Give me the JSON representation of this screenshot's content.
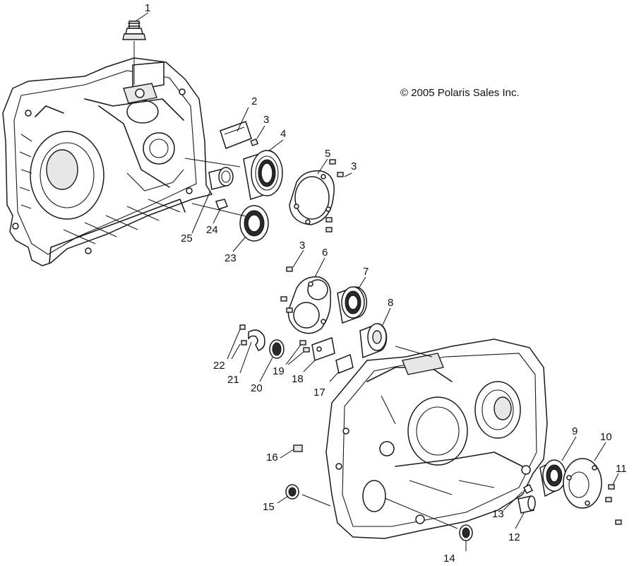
{
  "copyright": "© 2005 Polaris Sales Inc.",
  "callouts": [
    {
      "id": "c1",
      "label": "1"
    },
    {
      "id": "c2",
      "label": "2"
    },
    {
      "id": "c3a",
      "label": "3"
    },
    {
      "id": "c3b",
      "label": "3"
    },
    {
      "id": "c3c",
      "label": "3"
    },
    {
      "id": "c4",
      "label": "4"
    },
    {
      "id": "c5",
      "label": "5"
    },
    {
      "id": "c6",
      "label": "6"
    },
    {
      "id": "c7",
      "label": "7"
    },
    {
      "id": "c8",
      "label": "8"
    },
    {
      "id": "c9",
      "label": "9"
    },
    {
      "id": "c10",
      "label": "10"
    },
    {
      "id": "c11",
      "label": "11"
    },
    {
      "id": "c12",
      "label": "12"
    },
    {
      "id": "c13",
      "label": "13"
    },
    {
      "id": "c14",
      "label": "14"
    },
    {
      "id": "c15",
      "label": "15"
    },
    {
      "id": "c16",
      "label": "16"
    },
    {
      "id": "c17",
      "label": "17"
    },
    {
      "id": "c18",
      "label": "18"
    },
    {
      "id": "c19",
      "label": "19"
    },
    {
      "id": "c20",
      "label": "20"
    },
    {
      "id": "c21",
      "label": "21"
    },
    {
      "id": "c22",
      "label": "22"
    },
    {
      "id": "c23",
      "label": "23"
    },
    {
      "id": "c24",
      "label": "24"
    },
    {
      "id": "c25",
      "label": "25"
    }
  ]
}
